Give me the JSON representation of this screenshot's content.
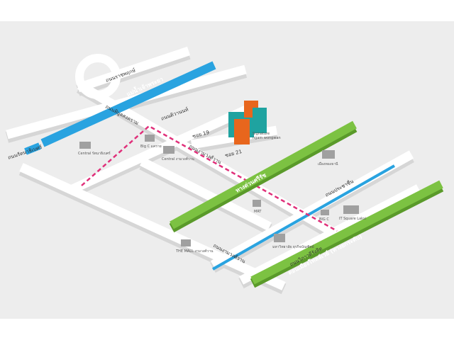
{
  "colors": {
    "ground": "#ededed",
    "road": "#ffffff",
    "river": "#29a3e0",
    "expressway": "#7cc242",
    "route": "#e0307a",
    "building": "#9a9a9a",
    "brand_orange": "#e8661d",
    "brand_teal": "#1fa3a0"
  },
  "roads": {
    "top_road": "ถนนราชพฤกษ์",
    "diag_road": "ถนนพิบูลสงคราม",
    "tiwanon": "ถนนติวานนท์",
    "left_road": "ถนนรัตนาธิเบศร์",
    "soi19": "ซอย 19",
    "soi21": "ซอย 21",
    "ngamwongwan": "ถนนงามวงศ์วาน",
    "expressway": "ทางด่วนศรีรัช",
    "prachachuen": "ถนนประชาชื่น",
    "lower_road": "ถนนงามวงศ์วาน",
    "vibhavadi": "ถนนวิภาวดีรังสิต",
    "tollway": "ดอนเมืองโทลล์เวย์ (ทางยกระดับ)"
  },
  "river": "แม่น้ำเจ้าพระยา",
  "landmarks": {
    "central_rattana": "Central รัตนาธิเบศร์",
    "bigc_khae": "Big C แคราย",
    "central_ngam": "Central งามวงศ์วาน",
    "tower": "เมืองทองธานี",
    "mrt": "MRT",
    "bigc": "BIG C",
    "it_square": "IT Square Laksi",
    "the_mall": "THE MALL งามวงศ์วาน",
    "dpu": "มหาวิทยาลัย ธุรกิจบัณฑิตย์"
  },
  "project": {
    "name": "Signature",
    "sub": "ngam wongwan"
  }
}
